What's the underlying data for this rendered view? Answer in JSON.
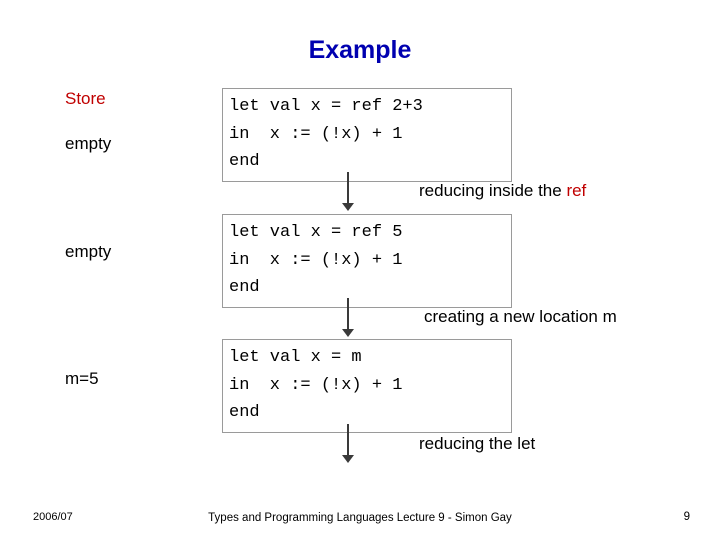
{
  "slide": {
    "title": "Example",
    "store_label": "Store",
    "states": [
      {
        "value": "empty"
      },
      {
        "value": "empty"
      },
      {
        "value": "m=5"
      }
    ],
    "code_blocks": [
      {
        "text": "let val x = ref 2+3\nin  x := (!x) + 1\nend"
      },
      {
        "text": "let val x = ref 5\nin  x := (!x) + 1\nend"
      },
      {
        "text": "let val x = m\nin  x := (!x) + 1\nend"
      }
    ],
    "annotations": [
      {
        "prefix": "reducing inside the ",
        "highlight": "ref",
        "suffix": ""
      },
      {
        "prefix": "creating a new location ",
        "highlight": "",
        "suffix": "m"
      },
      {
        "prefix": "reducing the let",
        "highlight": "",
        "suffix": ""
      }
    ],
    "highlight_color": "#c00000",
    "title_color": "#0000b0"
  },
  "footer": {
    "date": "2006/07",
    "center": "Types and Programming Languages Lecture 9 - Simon Gay",
    "page": "9"
  }
}
